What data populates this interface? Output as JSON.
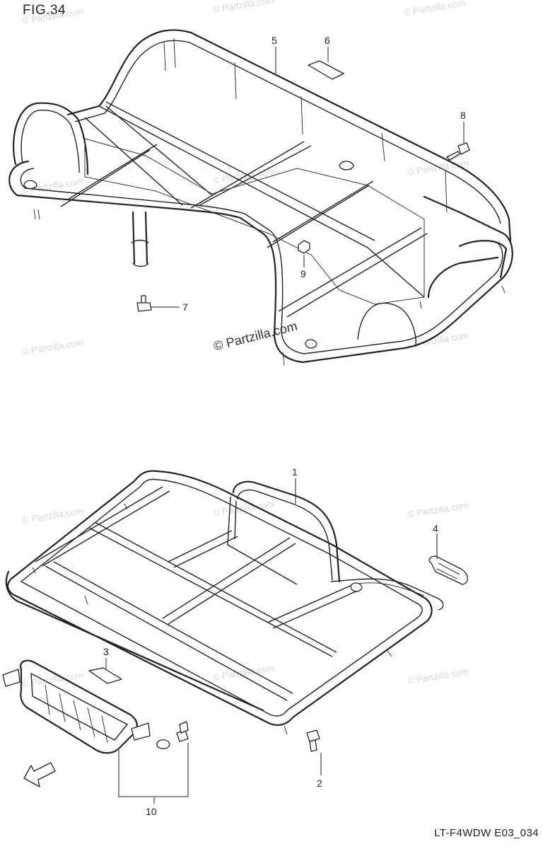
{
  "figure": {
    "title": "FIG.34",
    "code": "LT-F4WDW E03_034"
  },
  "callouts": [
    {
      "id": "1",
      "label": "1"
    },
    {
      "id": "2",
      "label": "2"
    },
    {
      "id": "3",
      "label": "3"
    },
    {
      "id": "4",
      "label": "4"
    },
    {
      "id": "5",
      "label": "5"
    },
    {
      "id": "6",
      "label": "6"
    },
    {
      "id": "7",
      "label": "7"
    },
    {
      "id": "8",
      "label": "8"
    },
    {
      "id": "9",
      "label": "9"
    },
    {
      "id": "10",
      "label": "10"
    }
  ],
  "watermark": {
    "text": "© Partzilla.com"
  },
  "colors": {
    "line": "#222222",
    "watermark": "#d5d5d5",
    "background": "#ffffff"
  }
}
